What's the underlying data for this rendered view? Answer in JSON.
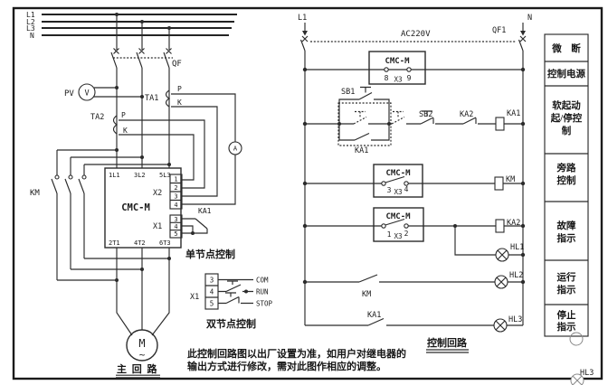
{
  "colors": {
    "line": "#2b2b2b",
    "background": "#ffffff"
  },
  "main_circuit": {
    "caption": "主 回 路",
    "bus": {
      "l1": "L1",
      "l2": "L2",
      "l3": "L3",
      "n": "N"
    },
    "breaker": "QF",
    "voltmeter": {
      "name": "PV",
      "glyph": "V"
    },
    "ammeter_glyph": "A",
    "ta1": {
      "name": "TA1",
      "p": "P",
      "k": "K"
    },
    "ta2": {
      "name": "TA2",
      "p": "P",
      "k": "K"
    },
    "bypass": "KM",
    "unit": {
      "model": "CMC-M",
      "in1": "1L1",
      "in2": "3L2",
      "in3": "5L3",
      "out1": "2T1",
      "out2": "4T2",
      "out3": "6T3",
      "x2": {
        "name": "X2",
        "p1": "1",
        "p2": "2",
        "p3": "3",
        "p4": "4"
      },
      "x1": {
        "name": "X1",
        "p3": "3",
        "p4": "4",
        "p5": "5"
      }
    },
    "single_node": {
      "relay": "KA1",
      "caption": "单节点控制"
    },
    "dual_node": {
      "name": "X1",
      "p3": "3",
      "p4": "4",
      "p5": "5",
      "com": "COM",
      "run": "RUN",
      "stop": "STOP",
      "caption": "双节点控制"
    },
    "motor": {
      "glyph": "M",
      "wave": "~"
    }
  },
  "control_circuit": {
    "caption": "控制回路",
    "phase": "L1",
    "neutral": "N",
    "voltage": "AC220V",
    "breaker": "QF1",
    "power_unit": {
      "model": "CMC-M",
      "pl": "8",
      "x": "X3",
      "pr": "9"
    },
    "start_rung": {
      "sb1": "SB1",
      "ka1_contact": "KA1",
      "sb2": "SB2",
      "ka2_contact": "KA2",
      "ka1_coil": "KA1"
    },
    "bypass_rung": {
      "model": "CMC-M",
      "pl": "3",
      "x": "X3",
      "pr": "4",
      "coil": "KM"
    },
    "fault_rung": {
      "model": "CMC-M",
      "pl": "1",
      "x": "X3",
      "pr": "2",
      "coil": "KA2",
      "lamp": "HL1"
    },
    "run_rung": {
      "contact": "KM",
      "lamp": "HL2"
    },
    "stop_rung": {
      "contact": "KA1",
      "lamp": "HL3"
    }
  },
  "legend": {
    "rows": [
      [
        "微　断"
      ],
      [
        "控制电源"
      ],
      [
        "软起动",
        "起/停控",
        "制"
      ],
      [
        "旁路",
        "控制"
      ],
      [
        "故障",
        "指示"
      ],
      [
        "运行",
        "指示"
      ],
      [
        "停止",
        "指示"
      ]
    ]
  },
  "note": {
    "line1": "此控制回路图以出厂设置为准，如用户对继电器的",
    "line2": "输出方式进行修改，需对此图作相应的调整。"
  },
  "artifact": {
    "hl3": "HL3"
  }
}
